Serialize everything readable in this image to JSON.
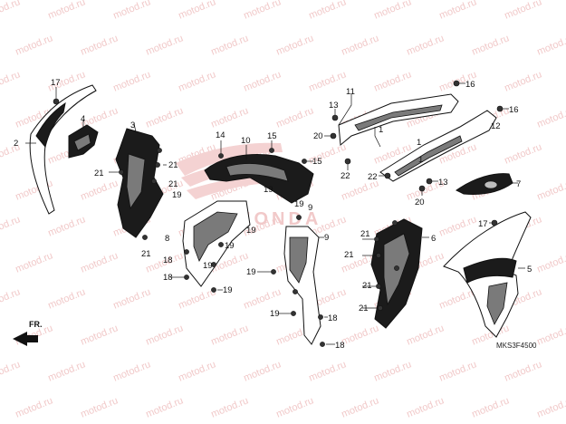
{
  "watermark": {
    "text": "motod.ru"
  },
  "diagram_code": "MKS3F4500",
  "arrow_label": "FR.",
  "logo": {
    "text": "HONDA"
  },
  "callouts": [
    {
      "id": "c-17a",
      "label": "17"
    },
    {
      "id": "c-2",
      "label": "2"
    },
    {
      "id": "c-4",
      "label": "4"
    },
    {
      "id": "c-3",
      "label": "3"
    },
    {
      "id": "c-21a",
      "label": "21"
    },
    {
      "id": "c-21b",
      "label": "21"
    },
    {
      "id": "c-21c",
      "label": "21"
    },
    {
      "id": "c-21d",
      "label": "21"
    },
    {
      "id": "c-19a",
      "label": "19"
    },
    {
      "id": "c-14",
      "label": "14"
    },
    {
      "id": "c-10",
      "label": "10"
    },
    {
      "id": "c-15",
      "label": "15"
    },
    {
      "id": "c-15b",
      "label": "15"
    },
    {
      "id": "c-19b",
      "label": "19"
    },
    {
      "id": "c-19c",
      "label": "19"
    },
    {
      "id": "c-9",
      "label": "9"
    },
    {
      "id": "c-8",
      "label": "8"
    },
    {
      "id": "c-18a",
      "label": "18"
    },
    {
      "id": "c-18b",
      "label": "18"
    },
    {
      "id": "c-19d",
      "label": "19"
    },
    {
      "id": "c-19e",
      "label": "19"
    },
    {
      "id": "c-19f",
      "label": "19"
    },
    {
      "id": "c-19g",
      "label": "19"
    },
    {
      "id": "c-19h",
      "label": "19"
    },
    {
      "id": "c-19i",
      "label": "19"
    },
    {
      "id": "c-9b",
      "label": "9"
    },
    {
      "id": "c-18c",
      "label": "18"
    },
    {
      "id": "c-18d",
      "label": "18"
    },
    {
      "id": "c-11",
      "label": "11"
    },
    {
      "id": "c-13a",
      "label": "13"
    },
    {
      "id": "c-20a",
      "label": "20"
    },
    {
      "id": "c-1a",
      "label": "1"
    },
    {
      "id": "c-1b",
      "label": "1"
    },
    {
      "id": "c-1c",
      "label": "1"
    },
    {
      "id": "c-22a",
      "label": "22"
    },
    {
      "id": "c-22b",
      "label": "22"
    },
    {
      "id": "c-16a",
      "label": "16"
    },
    {
      "id": "c-16b",
      "label": "16"
    },
    {
      "id": "c-12",
      "label": "12"
    },
    {
      "id": "c-13b",
      "label": "13"
    },
    {
      "id": "c-20b",
      "label": "20"
    },
    {
      "id": "c-7",
      "label": "7"
    },
    {
      "id": "c-17b",
      "label": "17"
    },
    {
      "id": "c-6",
      "label": "6"
    },
    {
      "id": "c-21e",
      "label": "21"
    },
    {
      "id": "c-21f",
      "label": "21"
    },
    {
      "id": "c-21g",
      "label": "21"
    },
    {
      "id": "c-21h",
      "label": "21"
    },
    {
      "id": "c-5",
      "label": "5"
    }
  ]
}
